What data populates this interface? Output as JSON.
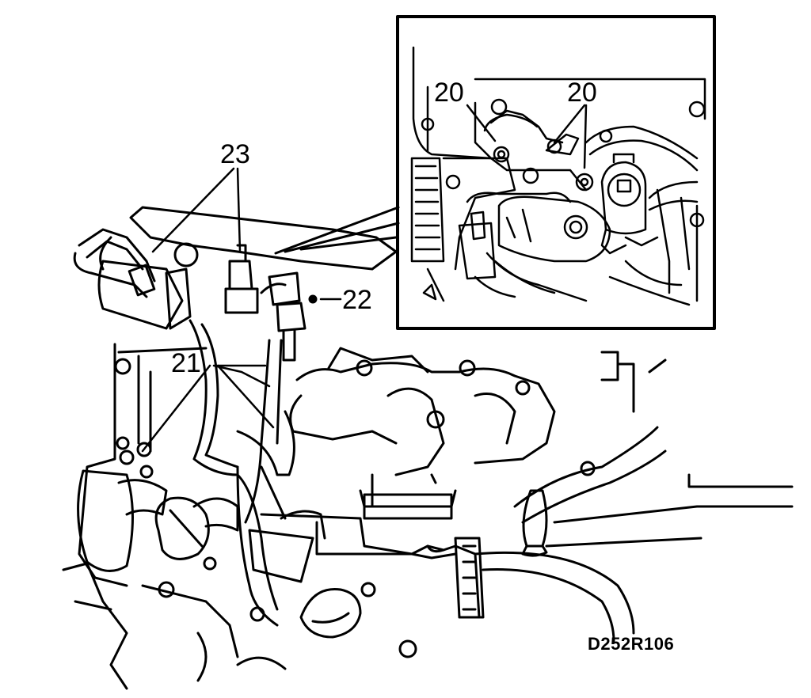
{
  "callouts": {
    "c20_left": "20",
    "c20_right": "20",
    "c21": "21",
    "c22": "22",
    "c23": "23"
  },
  "figure_ref": "D252R106",
  "colors": {
    "ink": "#000000",
    "paper": "#ffffff"
  }
}
